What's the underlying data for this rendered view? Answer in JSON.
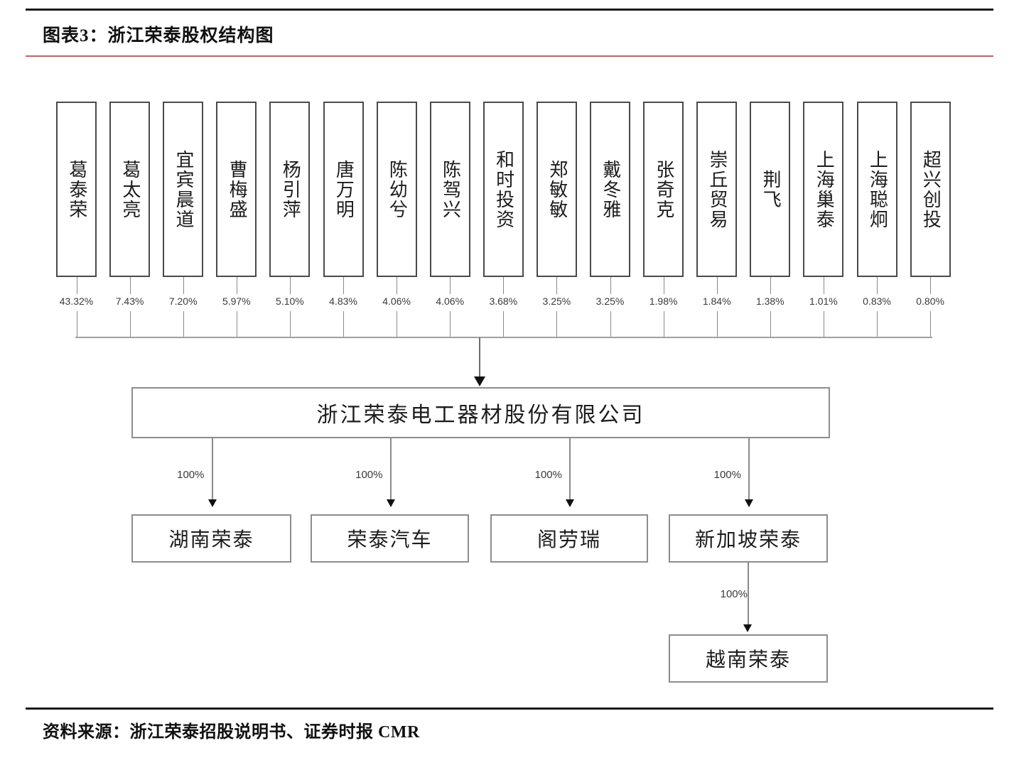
{
  "header": {
    "title": "图表3：浙江荣泰股权结构图",
    "accent_color": "#c0656a",
    "rule_color": "#1a1a1a"
  },
  "footer": {
    "source": "资料来源：浙江荣泰招股说明书、证券时报 CMR"
  },
  "chart_data": {
    "type": "diagram",
    "title": "图表3：浙江荣泰股权结构图",
    "diagram_kind": "ownership-structure-tree",
    "root": "浙江荣泰电工器材股份有限公司",
    "shareholders": [
      {
        "name": "葛泰荣",
        "pct": "43.32%"
      },
      {
        "name": "葛太亮",
        "pct": "7.43%"
      },
      {
        "name": "宜宾晨道",
        "pct": "7.20%"
      },
      {
        "name": "曹梅盛",
        "pct": "5.97%"
      },
      {
        "name": "杨引萍",
        "pct": "5.10%"
      },
      {
        "name": "唐万明",
        "pct": "4.83%"
      },
      {
        "name": "陈幼兮",
        "pct": "4.06%"
      },
      {
        "name": "陈驾兴",
        "pct": "4.06%"
      },
      {
        "name": "和时投资",
        "pct": "3.68%"
      },
      {
        "name": "郑敏敏",
        "pct": "3.25%"
      },
      {
        "name": "戴冬雅",
        "pct": "3.25%"
      },
      {
        "name": "张奇克",
        "pct": "1.98%"
      },
      {
        "name": "崇丘贸易",
        "pct": "1.84%"
      },
      {
        "name": "荆飞",
        "pct": "1.38%"
      },
      {
        "name": "上海巢泰",
        "pct": "1.01%"
      },
      {
        "name": "上海聪炯",
        "pct": "0.83%"
      },
      {
        "name": "超兴创投",
        "pct": "0.80%"
      }
    ],
    "subsidiaries": [
      {
        "name": "湖南荣泰",
        "pct": "100%"
      },
      {
        "name": "荣泰汽车",
        "pct": "100%"
      },
      {
        "name": "阁劳瑞",
        "pct": "100%"
      },
      {
        "name": "新加坡荣泰",
        "pct": "100%"
      }
    ],
    "grand_subsidiary": {
      "parent": "新加坡荣泰",
      "name": "越南荣泰",
      "pct": "100%"
    }
  }
}
